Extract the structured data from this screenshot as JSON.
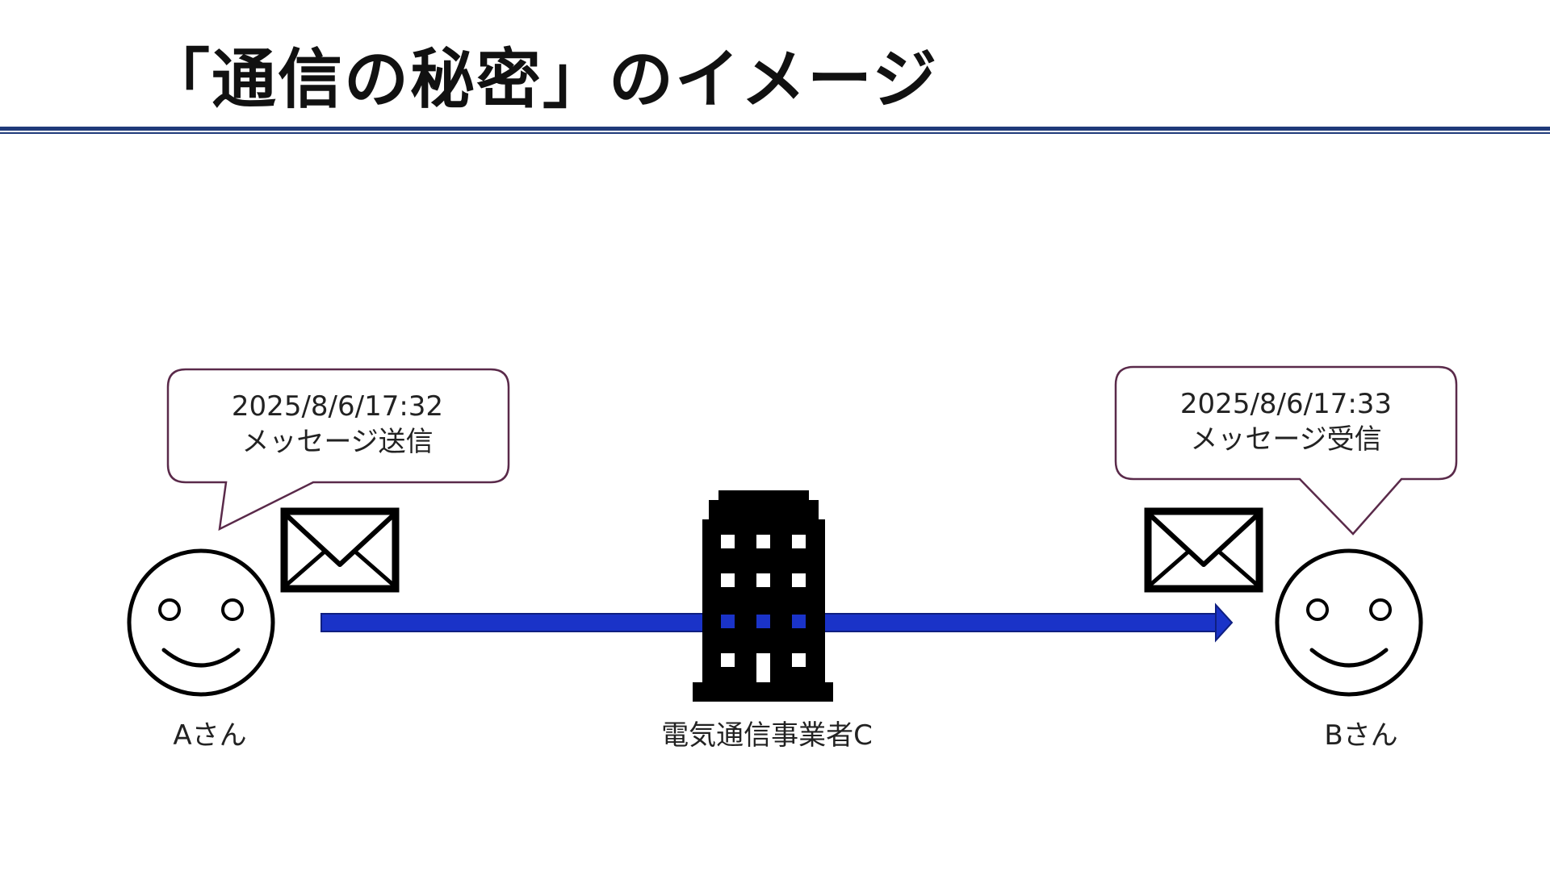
{
  "title": "「通信の秘密」のイメージ",
  "sender": {
    "label": "Aさん",
    "bubble_line1": "2025/8/6/17:32",
    "bubble_line2": "メッセージ送信"
  },
  "carrier": {
    "label": "電気通信事業者C"
  },
  "receiver": {
    "label": "Bさん",
    "bubble_line1": "2025/8/6/17:33",
    "bubble_line2": "メッセージ受信"
  },
  "colors": {
    "arrow": "#1a33c8",
    "bubble_border": "#5a2a4a",
    "title_rule": "#1f3a7a",
    "building": "#000000"
  },
  "icons": [
    "smiley-face-icon",
    "envelope-icon",
    "office-building-icon",
    "arrow-right-icon"
  ]
}
